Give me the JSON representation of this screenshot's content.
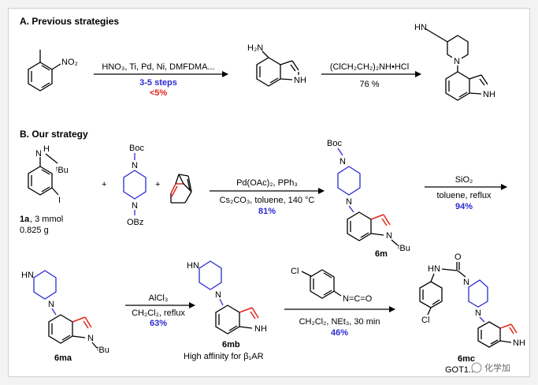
{
  "section_a": {
    "title": "A. Previous strategies",
    "reagents_1": "HNO₃, Ti, Pd, Ni, DMFDMA...",
    "steps": "3-5 steps",
    "yield_1": "<5%",
    "reagent_2": "(ClCH₂CH₂)₂NH•HCl",
    "yield_2": "76 %",
    "atoms": {
      "no2": "NO₂",
      "h2n": "H₂N",
      "nh": "NH",
      "hn": "HN",
      "n": "N"
    }
  },
  "section_b": {
    "title": "B. Our strategy",
    "sm": {
      "label": "1a",
      "amount": ", 3 mmol",
      "mass": "0.825 g",
      "tbu": "ᵗBu",
      "nh": "H",
      "n": "N",
      "i": "I"
    },
    "boc": "Boc",
    "obz": "OBz",
    "plus": "+",
    "step1": {
      "reagent_top": "Pd(OAc)₂, PPh₃",
      "reagent_bottom": "Cs₂CO₃, toluene, 140 °C",
      "yield": "81%"
    },
    "p6m": {
      "label": "6m",
      "boc": "Boc"
    },
    "step2": {
      "reagent_top": "SiO₂",
      "reagent_bottom": "toluene, reflux",
      "yield": "94%"
    },
    "p6ma": {
      "label": "6ma",
      "tbu": "ᵗBu",
      "hn": "HN"
    },
    "step3": {
      "reagent_top": "AlCl₃",
      "reagent_bottom": "CH₂Cl₂, reflux",
      "yield": "63%"
    },
    "p6mb": {
      "label": "6mb",
      "note": "High affinity for β₁AR",
      "nh": "NH"
    },
    "step4": {
      "cl": "Cl",
      "nco": "N=C=O",
      "reagent_bottom": "CH₂Cl₂, NEt₃, 30 min",
      "yield": "46%"
    },
    "p6mc": {
      "label": "6mc",
      "note": "GOT1...",
      "hn": "HN",
      "o": "O",
      "cl": "Cl",
      "nh": "NH"
    }
  },
  "watermark": "化学加",
  "colors": {
    "red": "#e0261a",
    "blue": "#2b2bd0",
    "black": "#000000"
  }
}
